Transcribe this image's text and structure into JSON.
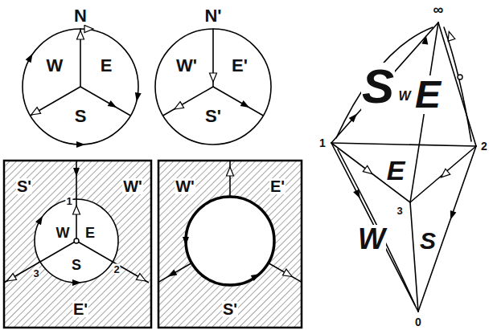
{
  "diagram": {
    "labels": [
      "N",
      "W",
      "E",
      "S",
      "N'",
      "W'",
      "E'",
      "S'",
      "S'",
      "W'",
      "1",
      "W",
      "E",
      "S",
      "2",
      "3",
      "E'",
      "W'",
      "E'",
      "S'",
      "∞",
      "1",
      "2",
      "3",
      "0",
      "S",
      "W",
      "E",
      "E",
      "W",
      "S"
    ]
  }
}
